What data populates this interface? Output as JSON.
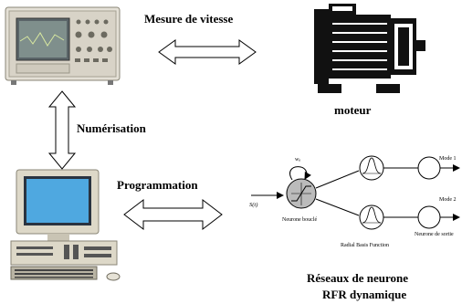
{
  "labels": {
    "mesure": "Mesure de vitesse",
    "moteur": "moteur",
    "numerisation": "Numérisation",
    "programmation": "Programmation",
    "reseaux_line1": "Réseaux de neurone",
    "reseaux_line2": "RFR dynamique"
  },
  "network": {
    "input": "S(t)",
    "weight": "wₐ",
    "neurone_boucle": "Neurone bouclé",
    "rbf": "Radial Basis Function",
    "mode1": "Mode 1",
    "mode2": "Mode 2",
    "neurone_sortie": "Neurone de sortie"
  },
  "icons": [
    "oscilloscope-icon",
    "motor-icon",
    "computer-icon"
  ]
}
